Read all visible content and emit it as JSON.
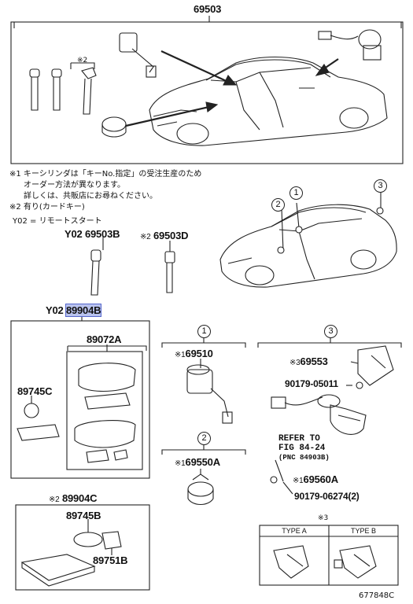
{
  "diagram_id": "677848C",
  "top_section": {
    "part_number": "69503"
  },
  "notes": {
    "note1_line1": "※1 キーシリンダは「キーNo.指定」の受注生産のため",
    "note1_line2": "オーダー方法が異なります。",
    "note1_line3": "詳しくは、共販店にお尋ねください。",
    "note2": "※2 有り(カードキー)",
    "y02": "Y02 = リモートスタート"
  },
  "marks": {
    "key_set_mark": "※2"
  },
  "middle_left": {
    "p1_prefix": "Y02",
    "p1": "69503B",
    "p2_prefix": "※2",
    "p2": "69503D",
    "p3_prefix": "Y02",
    "p3": "89904B"
  },
  "transmitter_box": {
    "case": "89072A",
    "battery": "89745C"
  },
  "card_box": {
    "header_prefix": "※2",
    "header": "89904C",
    "battery": "89745B",
    "label": "89751B"
  },
  "circle_labels": {
    "c1": "1",
    "c2": "2",
    "c3": "3"
  },
  "group1": {
    "circle": "1",
    "prefix": "※1",
    "part": "69510"
  },
  "group2": {
    "circle": "2",
    "prefix": "※1",
    "part": "69550A"
  },
  "group3": {
    "circle": "3",
    "cover_prefix": "※3",
    "cover": "69553",
    "screw1": "90179-05011",
    "refer_l1": "REFER TO",
    "refer_l2": "FIG 84-24",
    "refer_l3": "(PNC 84903B)",
    "cyl_prefix": "※1",
    "cylinder": "69560A",
    "screw2": "90179-06274(2)"
  },
  "types": {
    "mark": "※3",
    "type_a": "TYPE A",
    "type_b": "TYPE B"
  }
}
